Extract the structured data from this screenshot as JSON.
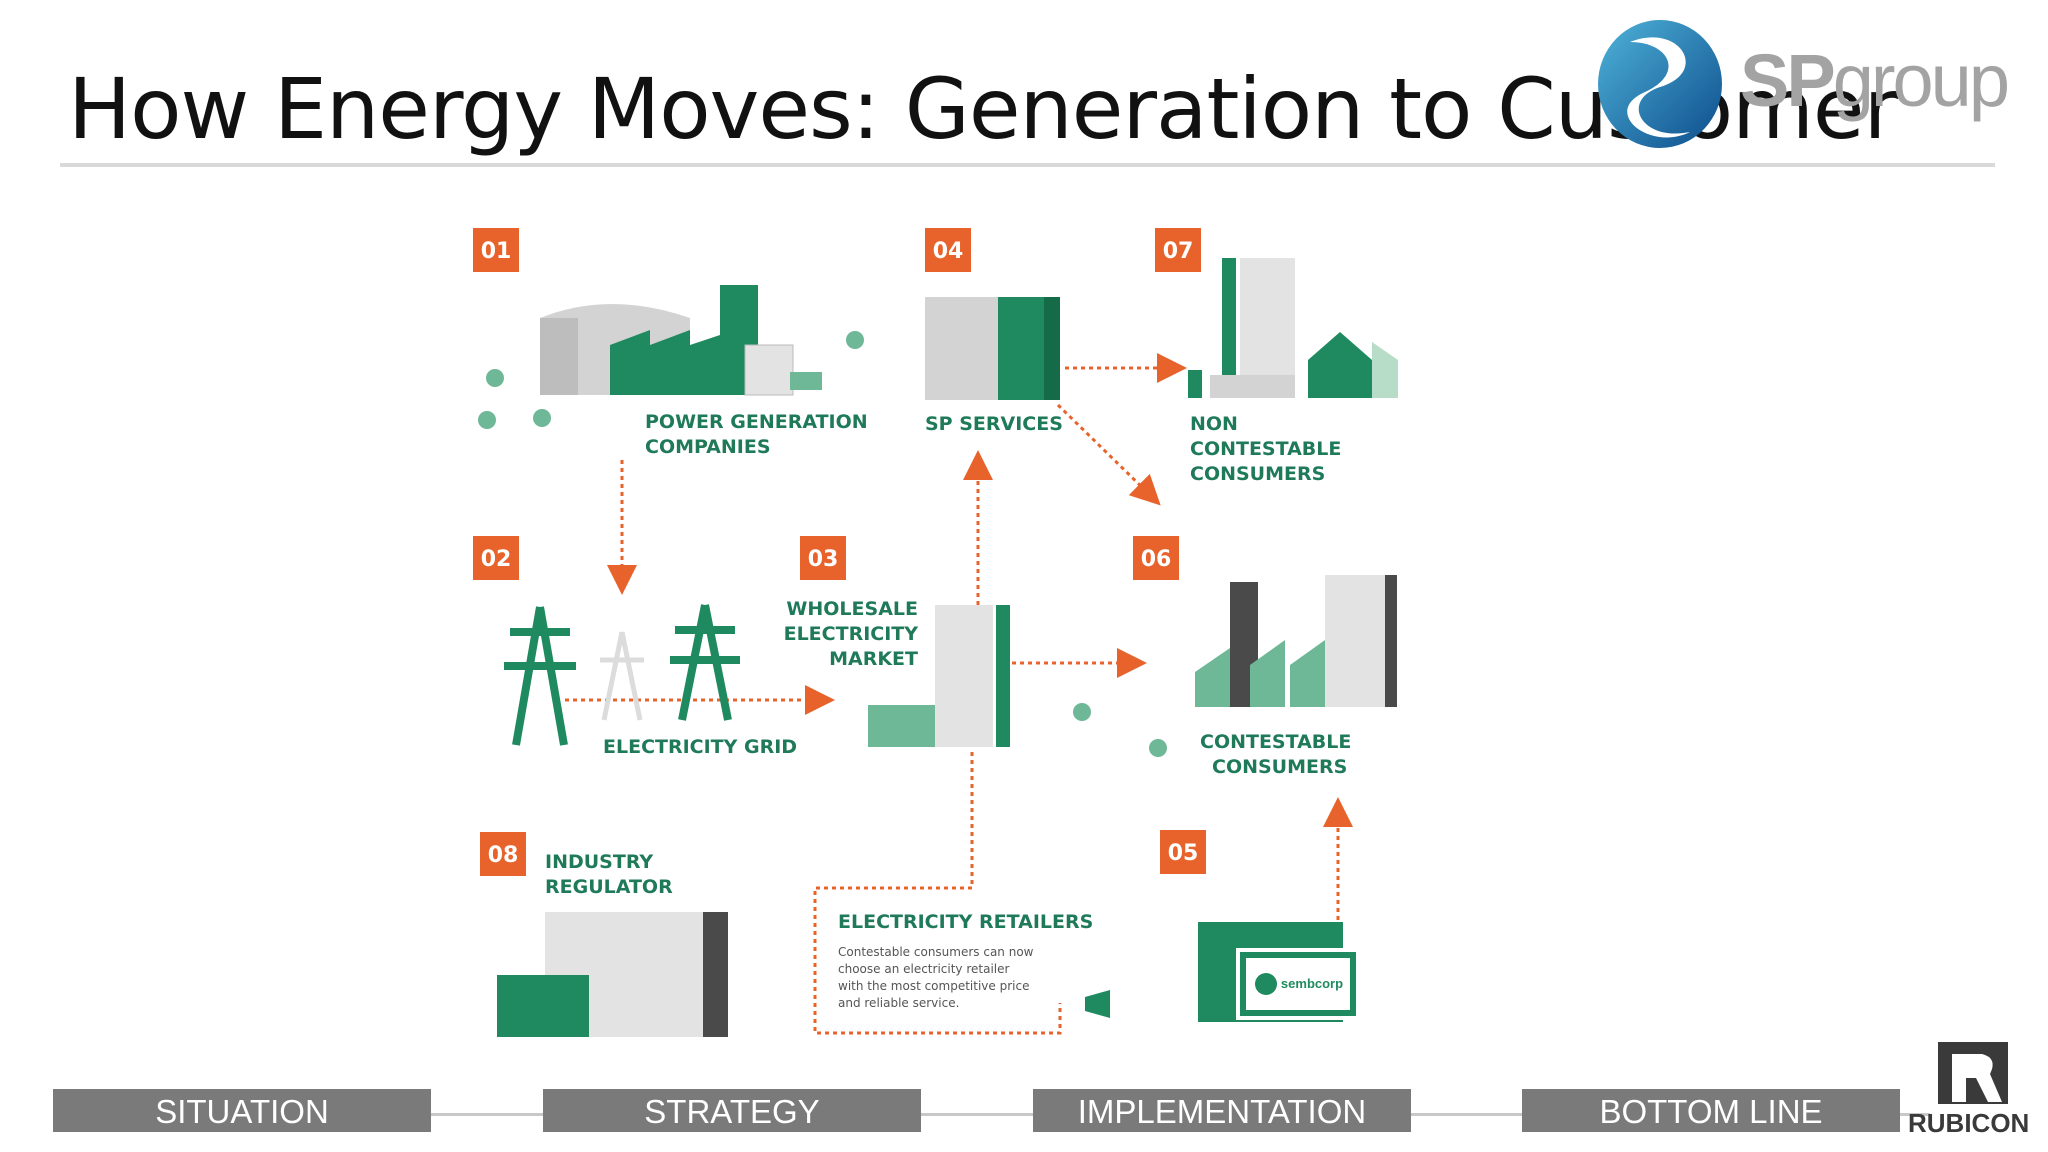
{
  "title": "How Energy Moves: Generation to Customer",
  "logo": {
    "bold": "SP",
    "light": "group"
  },
  "nodes": {
    "n01": {
      "number": "01",
      "line1": "POWER GENERATION",
      "line2": "COMPANIES"
    },
    "n02": {
      "number": "02",
      "line1": "ELECTRICITY GRID"
    },
    "n03": {
      "number": "03",
      "line1": "WHOLESALE",
      "line2": "ELECTRICITY",
      "line3": "MARKET"
    },
    "n04": {
      "number": "04",
      "line1": "SP SERVICES"
    },
    "n05": {
      "number": "05",
      "sign": "sembcorp"
    },
    "n06": {
      "number": "06",
      "line1": "CONTESTABLE",
      "line2": "CONSUMERS"
    },
    "n07": {
      "number": "07",
      "line1": "NON",
      "line2": "CONTESTABLE",
      "line3": "CONSUMERS"
    },
    "n08": {
      "number": "08",
      "line1": "INDUSTRY",
      "line2": "REGULATOR"
    }
  },
  "retailers": {
    "heading": "ELECTRICITY RETAILERS",
    "desc1": "Contestable consumers can now",
    "desc2": "choose an electricity retailer",
    "desc3": "with the most competitive price",
    "desc4": "and reliable service."
  },
  "tabs": [
    "SITUATION",
    "STRATEGY",
    "IMPLEMENTATION",
    "BOTTOM LINE"
  ],
  "footer_logo": "RUBICON",
  "colors": {
    "orange": "#e8632b",
    "green": "#1f8a5f",
    "light_green": "#6fb897",
    "grey": "#bdbdbd",
    "tab_grey": "#7a7a7a"
  }
}
